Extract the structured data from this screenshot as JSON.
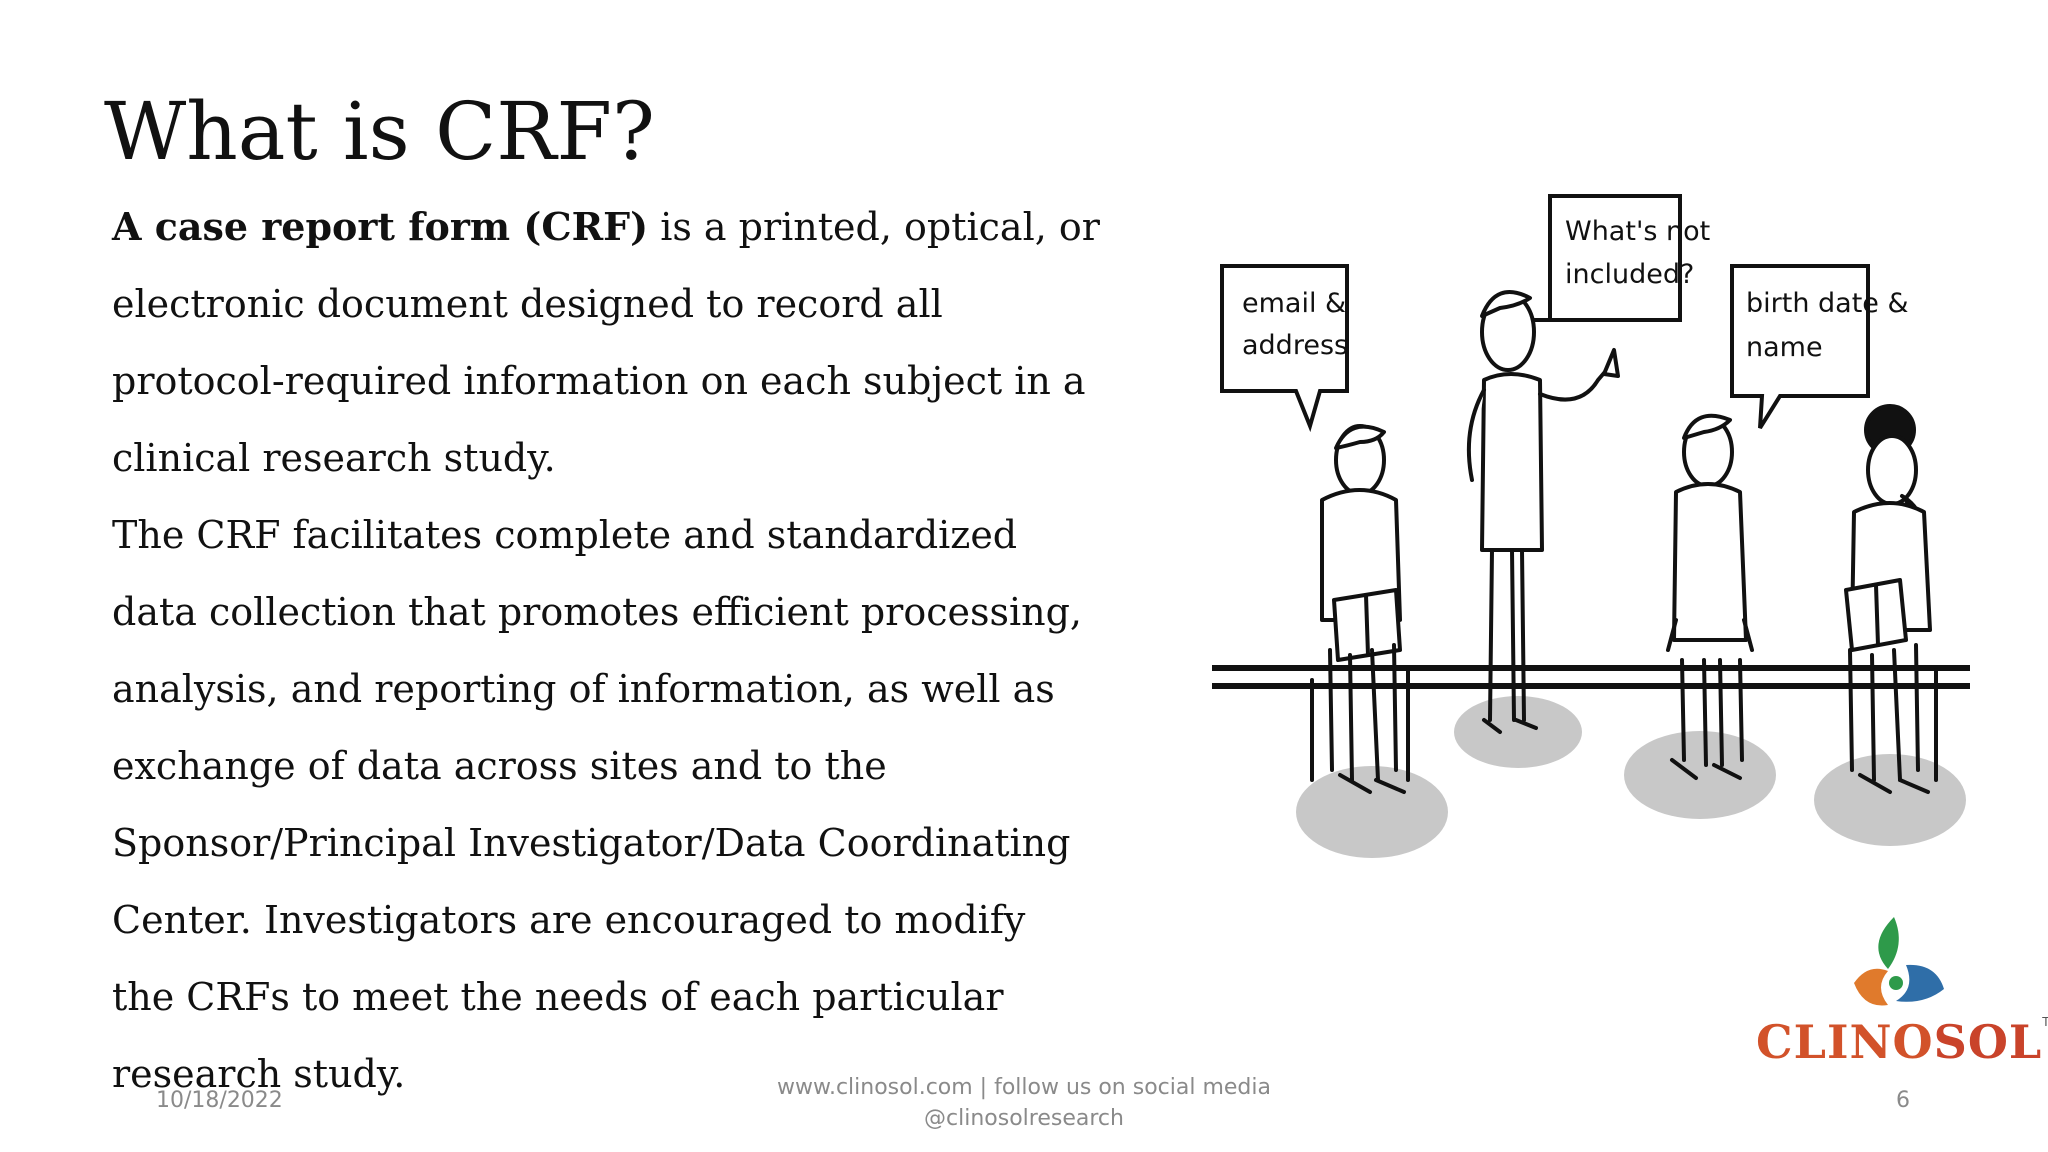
{
  "slide": {
    "title": "What is CRF?",
    "body": {
      "lead_bold": "A case report form (CRF)",
      "line1_rest": " is a printed, optical, or",
      "lines": [
        "electronic document designed to record all",
        "protocol-required information on each subject in a",
        "clinical research study.",
        "The CRF facilitates complete and standardized",
        "data collection that promotes efficient processing,",
        "analysis, and reporting of information, as well as",
        "exchange of data across sites and to the",
        "Sponsor/Principal Investigator/Data Coordinating",
        "Center.  Investigators are encouraged to modify",
        "the CRFs to meet the needs of each particular",
        "research study."
      ]
    },
    "illustration": {
      "bubble_left": [
        "email &",
        "address"
      ],
      "bubble_center": [
        "What's not",
        "included?"
      ],
      "bubble_right": [
        "birth date &",
        "name"
      ]
    },
    "logo": {
      "name_part1": "CLINO",
      "name_part2": "SOL",
      "trademark": "TM",
      "colors": {
        "orange": "#e07a2c",
        "green": "#2e9a4a",
        "blue": "#2f6ea8",
        "red": "#c9432a"
      }
    },
    "footer": {
      "date": "10/18/2022",
      "center_line1": "www.clinosol.com | follow us on social media",
      "center_line2": "@clinosolresearch",
      "page_number": "6"
    }
  }
}
